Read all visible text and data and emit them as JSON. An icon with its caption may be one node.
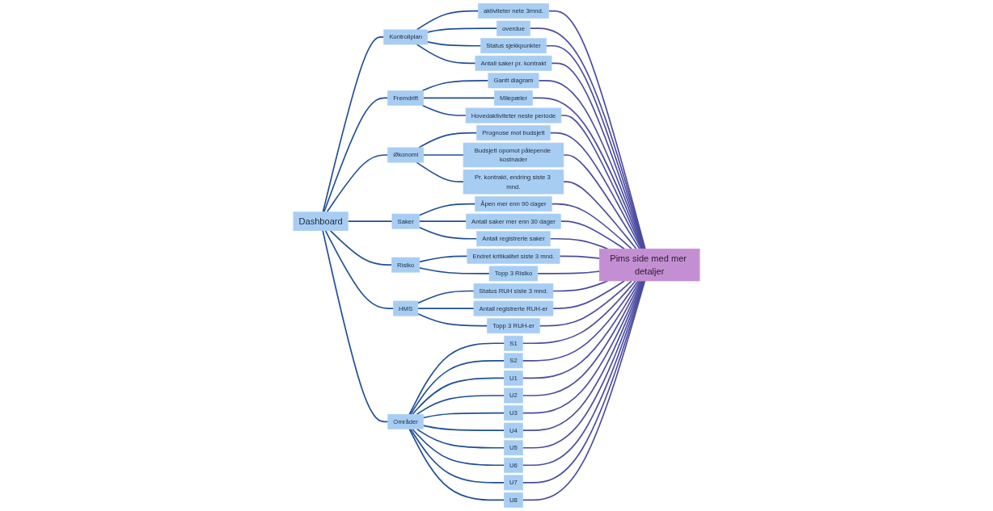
{
  "diagram": {
    "nodes": [
      {
        "text": [
          "Dashboard"
        ]
      },
      {
        "text": [
          "Kontrollplan"
        ]
      },
      {
        "text": [
          "Fremdrift"
        ]
      },
      {
        "text": [
          "Økonomi"
        ]
      },
      {
        "text": [
          "Saker"
        ]
      },
      {
        "text": [
          "Risiko"
        ]
      },
      {
        "text": [
          "HMS"
        ]
      },
      {
        "text": [
          "Områder"
        ]
      },
      {
        "text": [
          "aktiviteter nete 3mnd."
        ]
      },
      {
        "text": [
          "overdue"
        ]
      },
      {
        "text": [
          "Status sjekkpunkter"
        ]
      },
      {
        "text": [
          "Antall saker pr. kontrakt"
        ]
      },
      {
        "text": [
          "Gantt diagram"
        ]
      },
      {
        "text": [
          "Milepæler"
        ]
      },
      {
        "text": [
          "Hovedaktiviteter neste periode"
        ]
      },
      {
        "text": [
          "Prognose mot budsjett"
        ]
      },
      {
        "text": [
          "Budsjett opomot pålepende kostnader"
        ]
      },
      {
        "text": [
          "Pr. kontrakt, endring siste 3 mnd."
        ]
      },
      {
        "text": [
          "Åpen mer enn 90 dager"
        ]
      },
      {
        "text": [
          "Antall saker mer enn 30 dager"
        ]
      },
      {
        "text": [
          "Antall registrerte saker"
        ]
      },
      {
        "text": [
          "Endret kritikalitet siste 3 mnd."
        ]
      },
      {
        "text": [
          "Topp 3 Risiko"
        ]
      },
      {
        "text": [
          "Status RUH siste 3 mnd."
        ]
      },
      {
        "text": [
          "Antall registrerte RUH-er"
        ]
      },
      {
        "text": [
          "Topp 3 RUH-er"
        ]
      },
      {
        "text": [
          "S1"
        ]
      },
      {
        "text": [
          "S2"
        ]
      },
      {
        "text": [
          "U1"
        ]
      },
      {
        "text": [
          "U2"
        ]
      },
      {
        "text": [
          "U3"
        ]
      },
      {
        "text": [
          "U4"
        ]
      },
      {
        "text": [
          "U5"
        ]
      },
      {
        "text": [
          "U6"
        ]
      },
      {
        "text": [
          "U7"
        ]
      },
      {
        "text": [
          "U8"
        ]
      },
      {
        "text": [
          "Pims side med mer detaljer"
        ]
      }
    ],
    "edges": [
      {
        "from": 0,
        "to": 1,
        "arrow": "none"
      },
      {
        "from": 0,
        "to": 2,
        "arrow": "none"
      },
      {
        "from": 0,
        "to": 3,
        "arrow": "none"
      },
      {
        "from": 0,
        "to": 4,
        "arrow": "none"
      },
      {
        "from": 0,
        "to": 5,
        "arrow": "none"
      },
      {
        "from": 0,
        "to": 6,
        "arrow": "none"
      },
      {
        "from": 0,
        "to": 7,
        "arrow": "none"
      },
      {
        "from": 1,
        "to": 8,
        "arrow": "none"
      },
      {
        "from": 1,
        "to": 9,
        "arrow": "none"
      },
      {
        "from": 1,
        "to": 10,
        "arrow": "none"
      },
      {
        "from": 1,
        "to": 11,
        "arrow": "none"
      },
      {
        "from": 2,
        "to": 12,
        "arrow": "none"
      },
      {
        "from": 2,
        "to": 13,
        "arrow": "none"
      },
      {
        "from": 2,
        "to": 14,
        "arrow": "none"
      },
      {
        "from": 3,
        "to": 15,
        "arrow": "none"
      },
      {
        "from": 3,
        "to": 16,
        "arrow": "none"
      },
      {
        "from": 3,
        "to": 17,
        "arrow": "none"
      },
      {
        "from": 4,
        "to": 18,
        "arrow": "none"
      },
      {
        "from": 4,
        "to": 19,
        "arrow": "none"
      },
      {
        "from": 4,
        "to": 20,
        "arrow": "none"
      },
      {
        "from": 5,
        "to": 21,
        "arrow": "none"
      },
      {
        "from": 5,
        "to": 22,
        "arrow": "none"
      },
      {
        "from": 6,
        "to": 23,
        "arrow": "none"
      },
      {
        "from": 6,
        "to": 24,
        "arrow": "none"
      },
      {
        "from": 6,
        "to": 25,
        "arrow": "none"
      },
      {
        "from": 7,
        "to": 26,
        "arrow": "none"
      },
      {
        "from": 7,
        "to": 27,
        "arrow": "none"
      },
      {
        "from": 7,
        "to": 28,
        "arrow": "none"
      },
      {
        "from": 7,
        "to": 29,
        "arrow": "none"
      },
      {
        "from": 7,
        "to": 30,
        "arrow": "none"
      },
      {
        "from": 7,
        "to": 31,
        "arrow": "none"
      },
      {
        "from": 7,
        "to": 32,
        "arrow": "none"
      },
      {
        "from": 7,
        "to": 33,
        "arrow": "none"
      },
      {
        "from": 7,
        "to": 34,
        "arrow": "none"
      },
      {
        "from": 7,
        "to": 35,
        "arrow": "none"
      },
      {
        "from": 8,
        "to": 36,
        "arrow": "none",
        "color": "#4b4ba0"
      },
      {
        "from": 9,
        "to": 36,
        "arrow": "none",
        "color": "#4b4ba0"
      },
      {
        "from": 10,
        "to": 36,
        "arrow": "none",
        "color": "#4b4ba0"
      },
      {
        "from": 11,
        "to": 36,
        "arrow": "none",
        "color": "#4b4ba0"
      },
      {
        "from": 12,
        "to": 36,
        "arrow": "none",
        "color": "#4b4ba0"
      },
      {
        "from": 13,
        "to": 36,
        "arrow": "none",
        "color": "#4b4ba0"
      },
      {
        "from": 14,
        "to": 36,
        "arrow": "none",
        "color": "#4b4ba0"
      },
      {
        "from": 15,
        "to": 36,
        "arrow": "none",
        "color": "#4b4ba0"
      },
      {
        "from": 16,
        "to": 36,
        "arrow": "none",
        "color": "#4b4ba0"
      },
      {
        "from": 17,
        "to": 36,
        "arrow": "none",
        "color": "#4b4ba0"
      },
      {
        "from": 18,
        "to": 36,
        "arrow": "none",
        "color": "#4b4ba0"
      },
      {
        "from": 19,
        "to": 36,
        "arrow": "none",
        "color": "#4b4ba0"
      },
      {
        "from": 20,
        "to": 36,
        "arrow": "none",
        "color": "#4b4ba0"
      },
      {
        "from": 21,
        "to": 36,
        "arrow": "none",
        "color": "#4b4ba0"
      },
      {
        "from": 22,
        "to": 36,
        "arrow": "none",
        "color": "#4b4ba0"
      },
      {
        "from": 23,
        "to": 36,
        "arrow": "none",
        "color": "#4b4ba0"
      },
      {
        "from": 24,
        "to": 36,
        "arrow": "none",
        "color": "#4b4ba0"
      },
      {
        "from": 25,
        "to": 36,
        "arrow": "none",
        "color": "#4b4ba0"
      },
      {
        "from": 26,
        "to": 36,
        "arrow": "none",
        "color": "#4b4ba0"
      },
      {
        "from": 27,
        "to": 36,
        "arrow": "none",
        "color": "#4b4ba0"
      },
      {
        "from": 28,
        "to": 36,
        "arrow": "none",
        "color": "#4b4ba0"
      },
      {
        "from": 29,
        "to": 36,
        "arrow": "none",
        "color": "#4b4ba0"
      },
      {
        "from": 30,
        "to": 36,
        "arrow": "none",
        "color": "#4b4ba0"
      },
      {
        "from": 31,
        "to": 36,
        "arrow": "none",
        "color": "#4b4ba0"
      },
      {
        "from": 32,
        "to": 36,
        "arrow": "none",
        "color": "#4b4ba0"
      },
      {
        "from": 33,
        "to": 36,
        "arrow": "none",
        "color": "#4b4ba0"
      },
      {
        "from": 34,
        "to": 36,
        "arrow": "none",
        "color": "#4b4ba0"
      },
      {
        "from": 35,
        "to": 36,
        "arrow": "none",
        "color": "#4b4ba0"
      }
    ]
  }
}
